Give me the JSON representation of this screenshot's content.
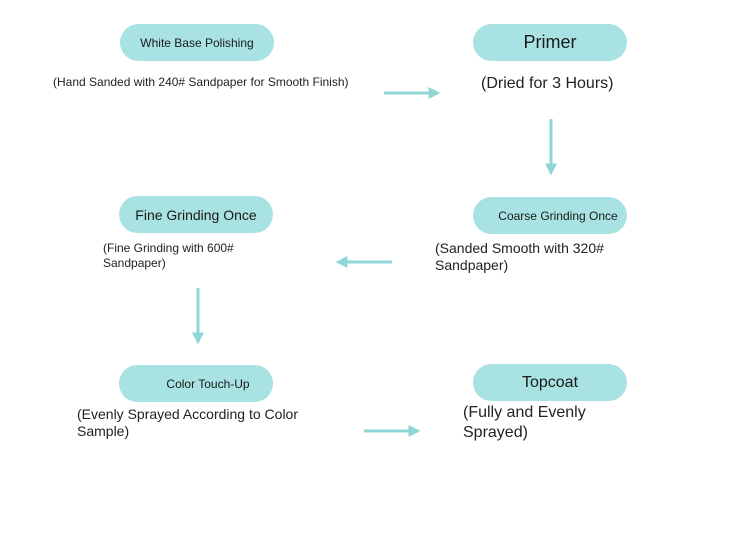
{
  "accent_color": "#a8e2e2",
  "arrow_color": "#8fd6d6",
  "steps": {
    "white_base": {
      "title": "White Base Polishing",
      "detail": "(Hand Sanded with 240# Sandpaper for Smooth Finish)"
    },
    "primer": {
      "title": "Primer",
      "detail": "(Dried for 3 Hours)"
    },
    "coarse": {
      "title": "Coarse Grinding Once",
      "detail": "(Sanded Smooth with 320# Sandpaper)"
    },
    "fine": {
      "title": "Fine Grinding Once",
      "detail": "(Fine Grinding with 600# Sandpaper)"
    },
    "touchup": {
      "title": "Color Touch-Up",
      "detail": "(Evenly Sprayed According to Color Sample)"
    },
    "topcoat": {
      "title": "Topcoat",
      "detail": "(Fully and Evenly Sprayed)"
    }
  }
}
